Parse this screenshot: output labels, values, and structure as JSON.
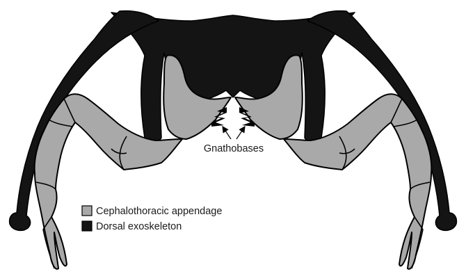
{
  "labels": {
    "gnathobases": "Gnathobases"
  },
  "legend": {
    "items": [
      {
        "label": "Cephalothoracic appendage",
        "color": "#a9a9a9"
      },
      {
        "label": "Dorsal exoskeleton",
        "color": "#141414"
      }
    ]
  },
  "colors": {
    "appendage": "#a9a9a9",
    "exoskeleton": "#141414",
    "background": "#ffffff"
  }
}
